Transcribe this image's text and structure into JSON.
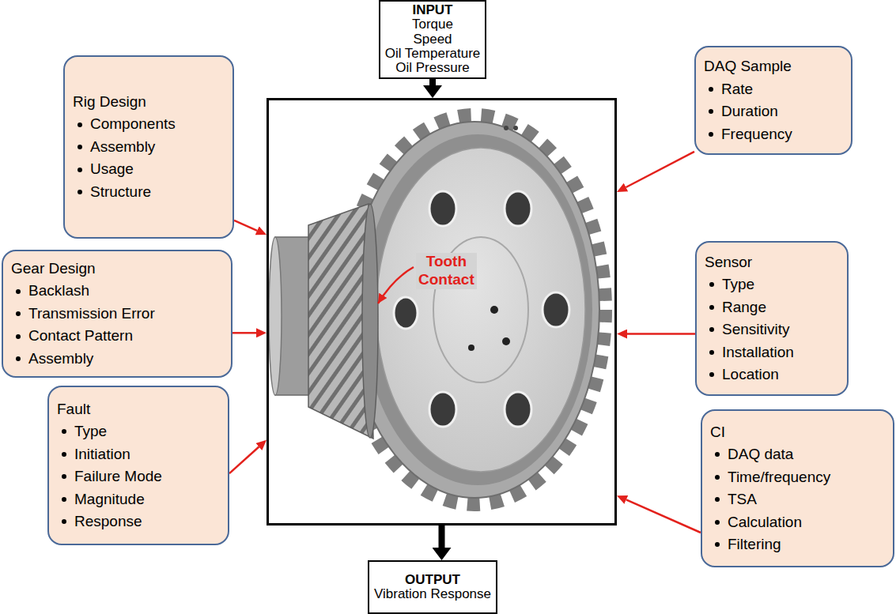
{
  "diagram": {
    "nodes": [
      {
        "text": [
          "INPUT",
          "Torque",
          "Speed",
          "Oil Temperature",
          "Oil Pressure"
        ]
      },
      {
        "text": [
          "Rig Design",
          "Components",
          "Assembly",
          "Usage",
          "Structure"
        ]
      },
      {
        "text": [
          "DAQ Sample",
          "Rate",
          "Duration",
          "Frequency"
        ]
      },
      {
        "text": [
          "Gear Design",
          "Backlash",
          "Transmission Error",
          "Contact Pattern",
          "Assembly"
        ]
      },
      {
        "text": [
          "Tooth Contact"
        ]
      },
      {
        "text": [
          "Sensor",
          "Type",
          "Range",
          "Sensitivity",
          "Installation",
          "Location"
        ]
      },
      {
        "text": [
          "Fault",
          "Type",
          "Initiation",
          "Failure Mode",
          "Magnitude",
          "Response"
        ]
      },
      {
        "text": [
          "CI",
          "DAQ data",
          "Time/frequency",
          "TSA",
          "Calculation",
          "Filtering"
        ]
      },
      {
        "text": [
          "OUTPUT",
          "Vibration Response"
        ]
      }
    ],
    "edges": [
      {
        "from": 0,
        "to": 4,
        "arrow": "to"
      },
      {
        "from": 1,
        "to": 4,
        "arrow": "to"
      },
      {
        "from": 2,
        "to": 4,
        "arrow": "to"
      },
      {
        "from": 3,
        "to": 4,
        "arrow": "to"
      },
      {
        "from": 5,
        "to": 4,
        "arrow": "to"
      },
      {
        "from": 6,
        "to": 4,
        "arrow": "to"
      },
      {
        "from": 7,
        "to": 4,
        "arrow": "to"
      },
      {
        "from": 4,
        "to": 8,
        "arrow": "to"
      }
    ]
  }
}
